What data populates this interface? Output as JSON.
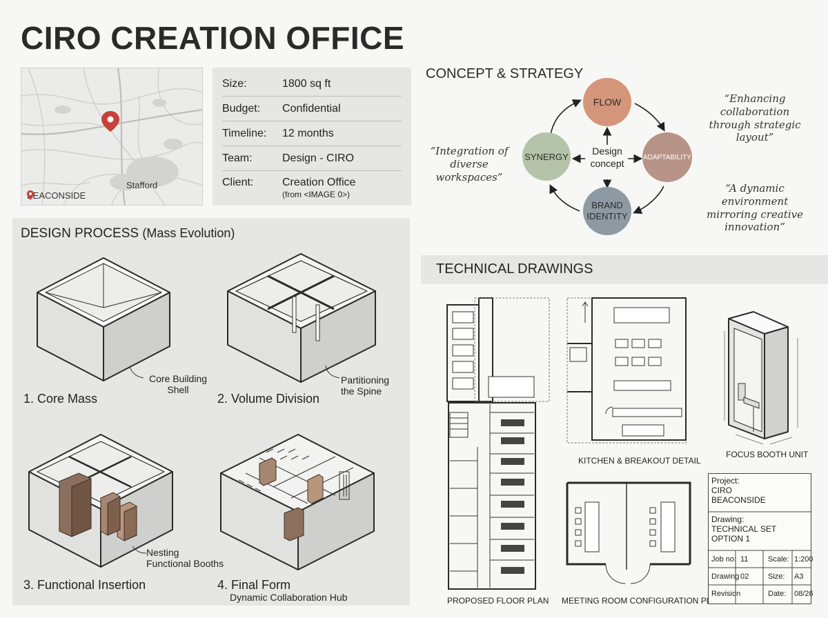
{
  "title": "CIRO CREATION OFFICE",
  "location": {
    "pin_label": "BEACONSIDE",
    "city_label": "Stafford",
    "icon": "map-pin-icon"
  },
  "project_info": [
    {
      "key": "Size:",
      "value": "1800 sq ft"
    },
    {
      "key": "Budget:",
      "value": "Confidential"
    },
    {
      "key": "Timeline:",
      "value": "12 months"
    },
    {
      "key": "Team:",
      "value": "Design - CIRO"
    },
    {
      "key": "Client:",
      "value": "Creation Office",
      "sub": "(from <IMAGE 0>)"
    }
  ],
  "concept": {
    "title": "CONCEPT & STRATEGY",
    "center_line1": "Design",
    "center_line2": "concept",
    "nodes": {
      "flow": {
        "label": "FLOW",
        "color": "#d4967a"
      },
      "adaptability": {
        "label": "ADAPTABILITY",
        "color": "#b89387"
      },
      "brand_line1": "BRAND",
      "brand_line2": "IDENTITY",
      "brand_color": "#8e9aa3",
      "synergy": {
        "label": "SYNERGY",
        "color": "#b5c4a9"
      }
    },
    "quotes": {
      "top_right_line1": "“Enhancing collaboration",
      "top_right_line2": "through strategic layout”",
      "left_line1": "“Integration of diverse",
      "left_line2": "workspaces”",
      "bottom_right_line1": "“A dynamic environment",
      "bottom_right_line2": "mirroring creative",
      "bottom_right_line3": "innovation”"
    }
  },
  "process": {
    "title": "DESIGN PROCESS",
    "title_paren": "(Mass Evolution)",
    "steps": [
      {
        "label": "1. Core Mass",
        "note_line1": "Core Building",
        "note_line2": "Shell"
      },
      {
        "label": "2. Volume Division",
        "note_line1": "Partitioning",
        "note_line2": "the Spine"
      },
      {
        "label": "3. Functional Insertion",
        "note_line1": "Nesting",
        "note_line2": "Functional Booths"
      },
      {
        "label": "4. Final Form",
        "note_line1": "Dynamic Collaboration Hub"
      }
    ]
  },
  "technical": {
    "title": "TECHNICAL DRAWINGS",
    "captions": {
      "floor_plan": "PROPOSED FLOOR PLAN",
      "kitchen": "KITCHEN & BREAKOUT DETAIL",
      "booth": "FOCUS BOOTH UNIT",
      "meeting": "MEETING ROOM CONFIGURATION PLAN"
    },
    "title_block": {
      "project_label": "Project:",
      "project_line1": "CIRO",
      "project_line2": "BEACONSIDE",
      "drawing_label": "Drawing:",
      "drawing_line1": "TECHNICAL SET",
      "drawing_line2": "OPTION 1",
      "job_label": "Job no:",
      "job_value": "11",
      "scale_label": "Scale:",
      "scale_value": "1:200",
      "drawing_no_label": "Drawing",
      "drawing_no_value": "02",
      "size_label": "Size:",
      "size_value": "A3",
      "revision_label": "Revision",
      "date_label": "Date:",
      "date_value": "08/26"
    }
  }
}
